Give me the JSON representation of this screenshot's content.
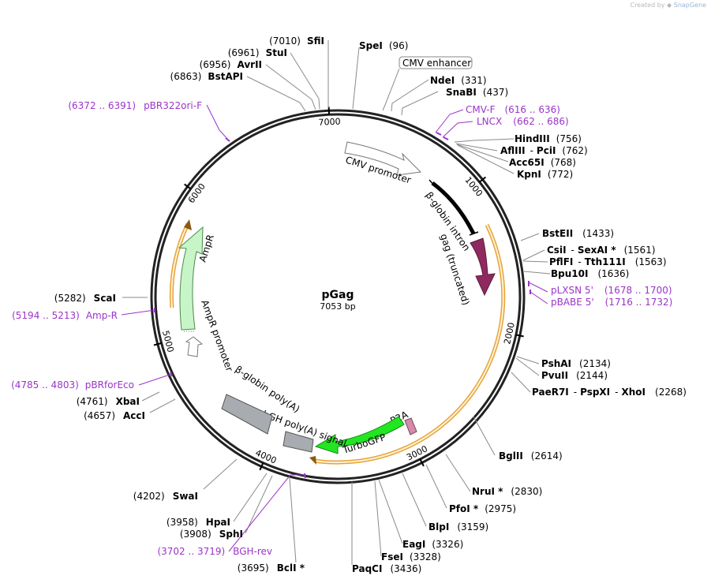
{
  "app": {
    "credit_prefix": "Created by",
    "credit_brand": "SnapGene"
  },
  "plasmid": {
    "name": "pGag",
    "size": "7053 bp",
    "length": 7053
  },
  "ticks": [
    {
      "pos": 1000,
      "label": "1000"
    },
    {
      "pos": 2000,
      "label": "2000"
    },
    {
      "pos": 3000,
      "label": "3000"
    },
    {
      "pos": 4000,
      "label": "4000"
    },
    {
      "pos": 5000,
      "label": "5000"
    },
    {
      "pos": 6000,
      "label": "6000"
    },
    {
      "pos": 7000,
      "label": "7000"
    }
  ],
  "features": {
    "cmv_enhancer": "CMV enhancer",
    "cmv_promoter": "CMV promoter",
    "beta_globin_intron": "β-globin intron",
    "gag": "gag (truncated)",
    "p2a": "P2A",
    "turbogfp": "TurboGFP",
    "bgh_polya": "bGH poly(A) signal",
    "beta_globin_polya": "β-globin poly(A)",
    "ampr": "AmpR",
    "ampr_promoter": "AmpR promoter"
  },
  "sites_right": [
    {
      "name": "SpeI",
      "pos": "(96)"
    },
    {
      "name": "NdeI",
      "pos": "(331)"
    },
    {
      "name": "SnaBI",
      "pos": "(437)"
    },
    {
      "name": "HindIII",
      "pos": "(756)"
    },
    {
      "name": "AflIII",
      "sep": "-",
      "name2": "PciI",
      "pos": "(762)"
    },
    {
      "name": "Acc65I",
      "pos": "(768)"
    },
    {
      "name": "KpnI",
      "pos": "(772)"
    },
    {
      "name": "BstEII",
      "pos": "(1433)"
    },
    {
      "name": "CsiI",
      "sep": "-",
      "name2": "SexAI *",
      "pos": "(1561)"
    },
    {
      "name": "PflFI",
      "sep": "-",
      "name2": "Tth111I",
      "pos": "(1563)"
    },
    {
      "name": "Bpu10I",
      "pos": "(1636)"
    },
    {
      "name": "PshAI",
      "pos": "(2134)"
    },
    {
      "name": "PvuII",
      "pos": "(2144)"
    },
    {
      "name": "PaeR7I",
      "sep": "-",
      "name2": "PspXI",
      "sep2": "-",
      "name3": "XhoI",
      "pos": "(2268)"
    },
    {
      "name": "BglII",
      "pos": "(2614)"
    },
    {
      "name": "NruI *",
      "pos": "(2830)"
    },
    {
      "name": "PfoI *",
      "pos": "(2975)"
    },
    {
      "name": "BlpI",
      "pos": "(3159)"
    },
    {
      "name": "EagI",
      "pos": "(3326)"
    },
    {
      "name": "FseI",
      "pos": "(3328)"
    },
    {
      "name": "PaqCI",
      "pos": "(3436)"
    }
  ],
  "sites_left": [
    {
      "name": "SfiI",
      "pos": "(7010)"
    },
    {
      "name": "StuI",
      "pos": "(6961)"
    },
    {
      "name": "AvrII",
      "pos": "(6956)"
    },
    {
      "name": "BstAPI",
      "pos": "(6863)"
    },
    {
      "name": "ScaI",
      "pos": "(5282)"
    },
    {
      "name": "XbaI",
      "pos": "(4761)"
    },
    {
      "name": "AccI",
      "pos": "(4657)"
    },
    {
      "name": "SwaI",
      "pos": "(4202)"
    },
    {
      "name": "HpaI",
      "pos": "(3958)"
    },
    {
      "name": "SphI",
      "pos": "(3908)"
    },
    {
      "name": "BclI *",
      "pos": "(3695)"
    }
  ],
  "primers": [
    {
      "name": "CMV-F",
      "range": "(616 .. 636)"
    },
    {
      "name": "LNCX",
      "range": "(662 .. 686)"
    },
    {
      "name": "pLXSN 5'",
      "range": "(1678 .. 1700)"
    },
    {
      "name": "pBABE 5'",
      "range": "(1716 .. 1732)"
    },
    {
      "name": "BGH-rev",
      "range": "(3702 .. 3719)"
    },
    {
      "name": "pBRforEco",
      "range": "(4785 .. 4803)"
    },
    {
      "name": "Amp-R",
      "range": "(5194 .. 5213)"
    },
    {
      "name": "pBR322ori-F",
      "range": "(6372 .. 6391)"
    }
  ],
  "colors": {
    "backbone": "#222222",
    "gag": "#8e2a5f",
    "turbogfp": "#22e622",
    "p2a": "#d48aa8",
    "ampr": "#c8f5c8",
    "polya": "#a8acb0",
    "orf": "#e6a33a",
    "primer": "#9b34c9"
  }
}
